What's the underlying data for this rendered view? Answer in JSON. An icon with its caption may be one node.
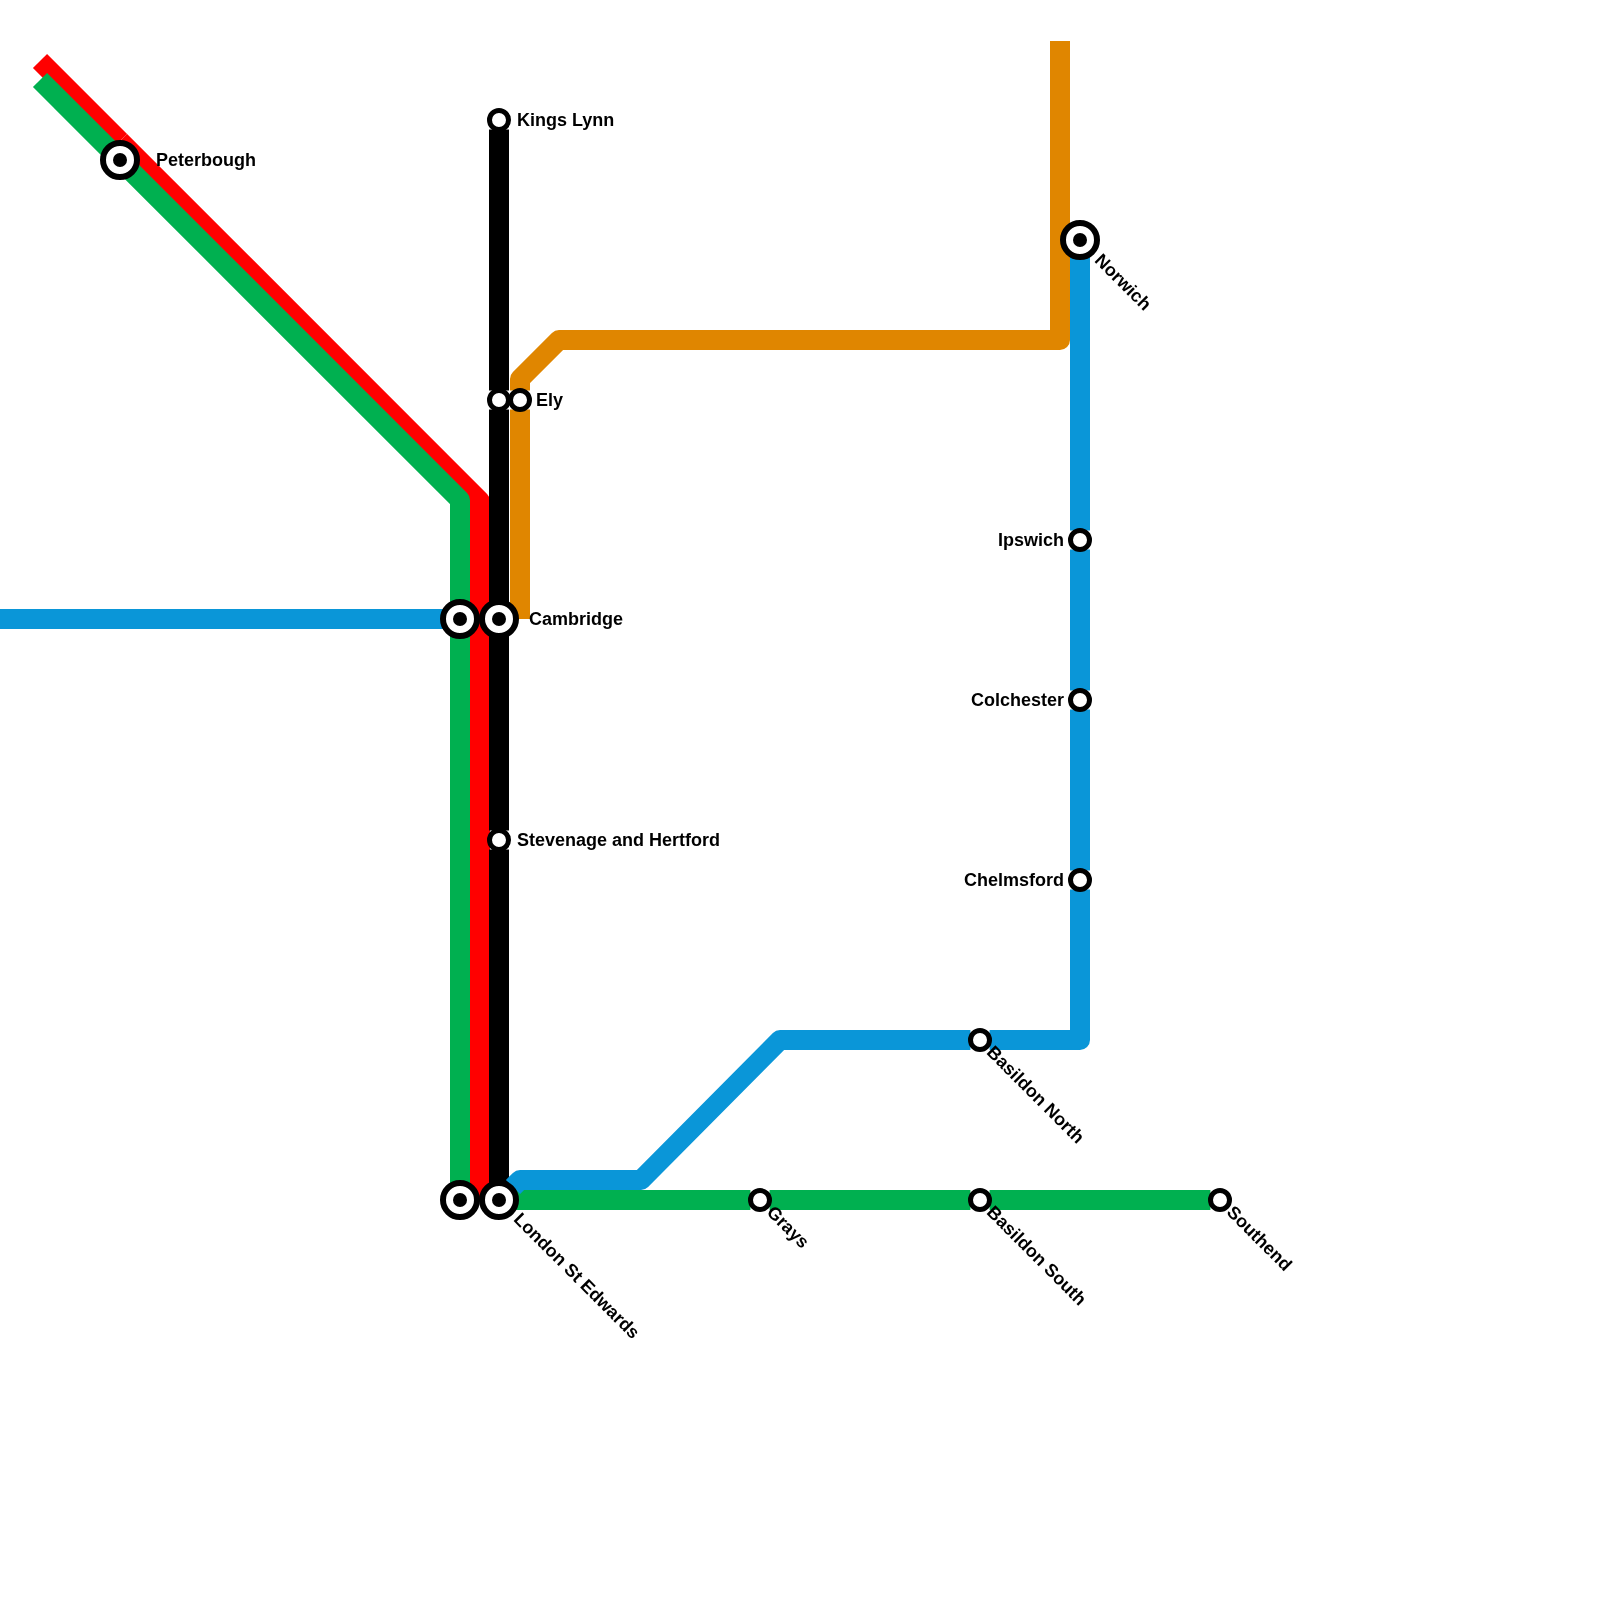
{
  "diagram": {
    "nodes": [
      {
        "text": [
          "Peterbough"
        ]
      },
      {
        "text": [
          "Kings Lynn"
        ]
      },
      {
        "text": [],
        "shape": "circle"
      },
      {
        "text": [
          "Ely"
        ]
      },
      {
        "text": [],
        "shape": "circle"
      },
      {
        "text": [
          "Cambridge"
        ]
      },
      {
        "text": [
          "Stevenage and Hertford"
        ]
      },
      {
        "text": [],
        "shape": "circle"
      },
      {
        "text": [
          "London St Edwards"
        ]
      },
      {
        "text": [
          "Grays"
        ]
      },
      {
        "text": [
          "Basildon South"
        ]
      },
      {
        "text": [
          "Southend"
        ]
      },
      {
        "text": [
          "Basildon North"
        ]
      },
      {
        "text": [
          "Chelmsford"
        ]
      },
      {
        "text": [
          "Colchester"
        ]
      },
      {
        "text": [
          "Ipswich"
        ]
      },
      {
        "text": [
          "Norwich"
        ]
      }
    ],
    "edges": [
      {
        "from": null,
        "to": 0,
        "arrow": "none",
        "color": "#ff0000"
      },
      {
        "from": 0,
        "to": 5,
        "arrow": "none",
        "color": "#ff0000"
      },
      {
        "from": 5,
        "to": 8,
        "arrow": "none",
        "color": "#ff0000"
      },
      {
        "from": null,
        "to": 0,
        "arrow": "none",
        "color": "#00b050"
      },
      {
        "from": 0,
        "to": 4,
        "arrow": "none",
        "color": "#00b050"
      },
      {
        "from": 4,
        "to": 7,
        "arrow": "none",
        "color": "#00b050"
      },
      {
        "from": 8,
        "to": 9,
        "arrow": "none",
        "color": "#00b050"
      },
      {
        "from": 9,
        "to": 10,
        "arrow": "none",
        "color": "#00b050"
      },
      {
        "from": 10,
        "to": 11,
        "arrow": "none",
        "color": "#00b050"
      },
      {
        "from": 1,
        "to": 2,
        "arrow": "none",
        "color": "#000000"
      },
      {
        "from": 2,
        "to": 5,
        "arrow": "none",
        "color": "#000000"
      },
      {
        "from": 5,
        "to": 6,
        "arrow": "none",
        "color": "#000000"
      },
      {
        "from": 6,
        "to": 8,
        "arrow": "none",
        "color": "#000000"
      },
      {
        "from": null,
        "to": 3,
        "arrow": "none",
        "color": "#e08600"
      },
      {
        "from": 3,
        "to": 5,
        "arrow": "none",
        "color": "#e08600"
      },
      {
        "from": null,
        "to": 4,
        "arrow": "none",
        "color": "#0a96d8"
      },
      {
        "from": 8,
        "to": 12,
        "arrow": "none",
        "color": "#0a96d8"
      },
      {
        "from": 12,
        "to": 13,
        "arrow": "none",
        "color": "#0a96d8"
      },
      {
        "from": 13,
        "to": 14,
        "arrow": "none",
        "color": "#0a96d8"
      },
      {
        "from": 14,
        "to": 15,
        "arrow": "none",
        "color": "#0a96d8"
      },
      {
        "from": 15,
        "to": 16,
        "arrow": "none",
        "color": "#0a96d8"
      }
    ]
  }
}
